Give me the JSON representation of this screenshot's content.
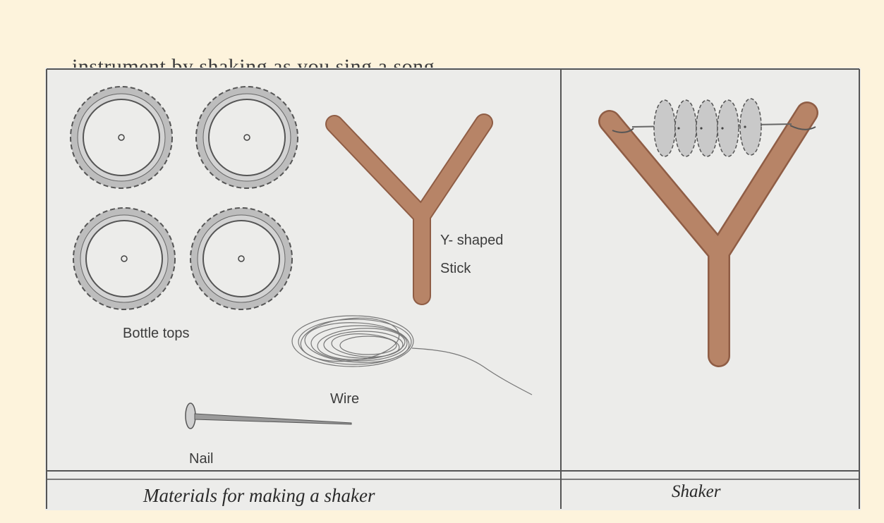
{
  "header_text": "... instrument by shaking as you sing a song.",
  "labels": {
    "bottle_tops": "Bottle tops",
    "y_shaped": "Y- shaped",
    "stick": "Stick",
    "wire": "Wire",
    "nail": "Nail"
  },
  "captions": {
    "materials": "Materials for making a shaker",
    "shaker": "Shaker"
  },
  "colors": {
    "stick": "#b78467",
    "stick_dark": "#8f5d45",
    "bottle_top": "#c9c9c9",
    "line": "#5a5a5a"
  }
}
